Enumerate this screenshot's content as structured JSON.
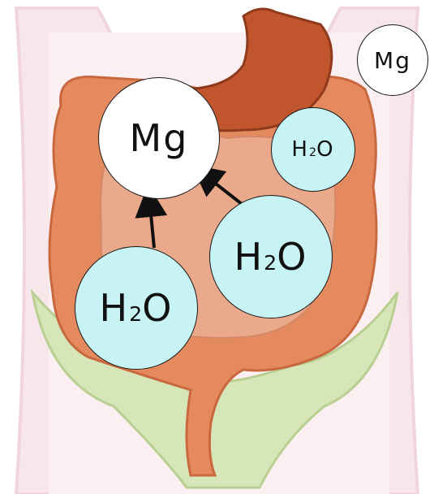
{
  "background_colors": {
    "body_outline": "#f0d6dc",
    "pelvis": "#d6e6b8",
    "colon": "#e58a5e",
    "stomach": "#c0552e",
    "small_intestine": "#e9a98a",
    "water_bubble_fill": "#c8f3f5",
    "mg_bubble_fill": "#ffffff",
    "arrow": "#111111"
  },
  "bubbles": {
    "mg_large": {
      "text": "Mg"
    },
    "mg_small": {
      "text": "Mg"
    },
    "water_small": {
      "h": "H",
      "sub": "2",
      "o": "O"
    },
    "water_right": {
      "h": "H",
      "sub": "2",
      "o": "O"
    },
    "water_left": {
      "h": "H",
      "sub": "2",
      "o": "O"
    }
  },
  "arrows": [
    {
      "from": "water_left",
      "to": "mg_large"
    },
    {
      "from": "water_right",
      "to": "mg_large"
    }
  ]
}
